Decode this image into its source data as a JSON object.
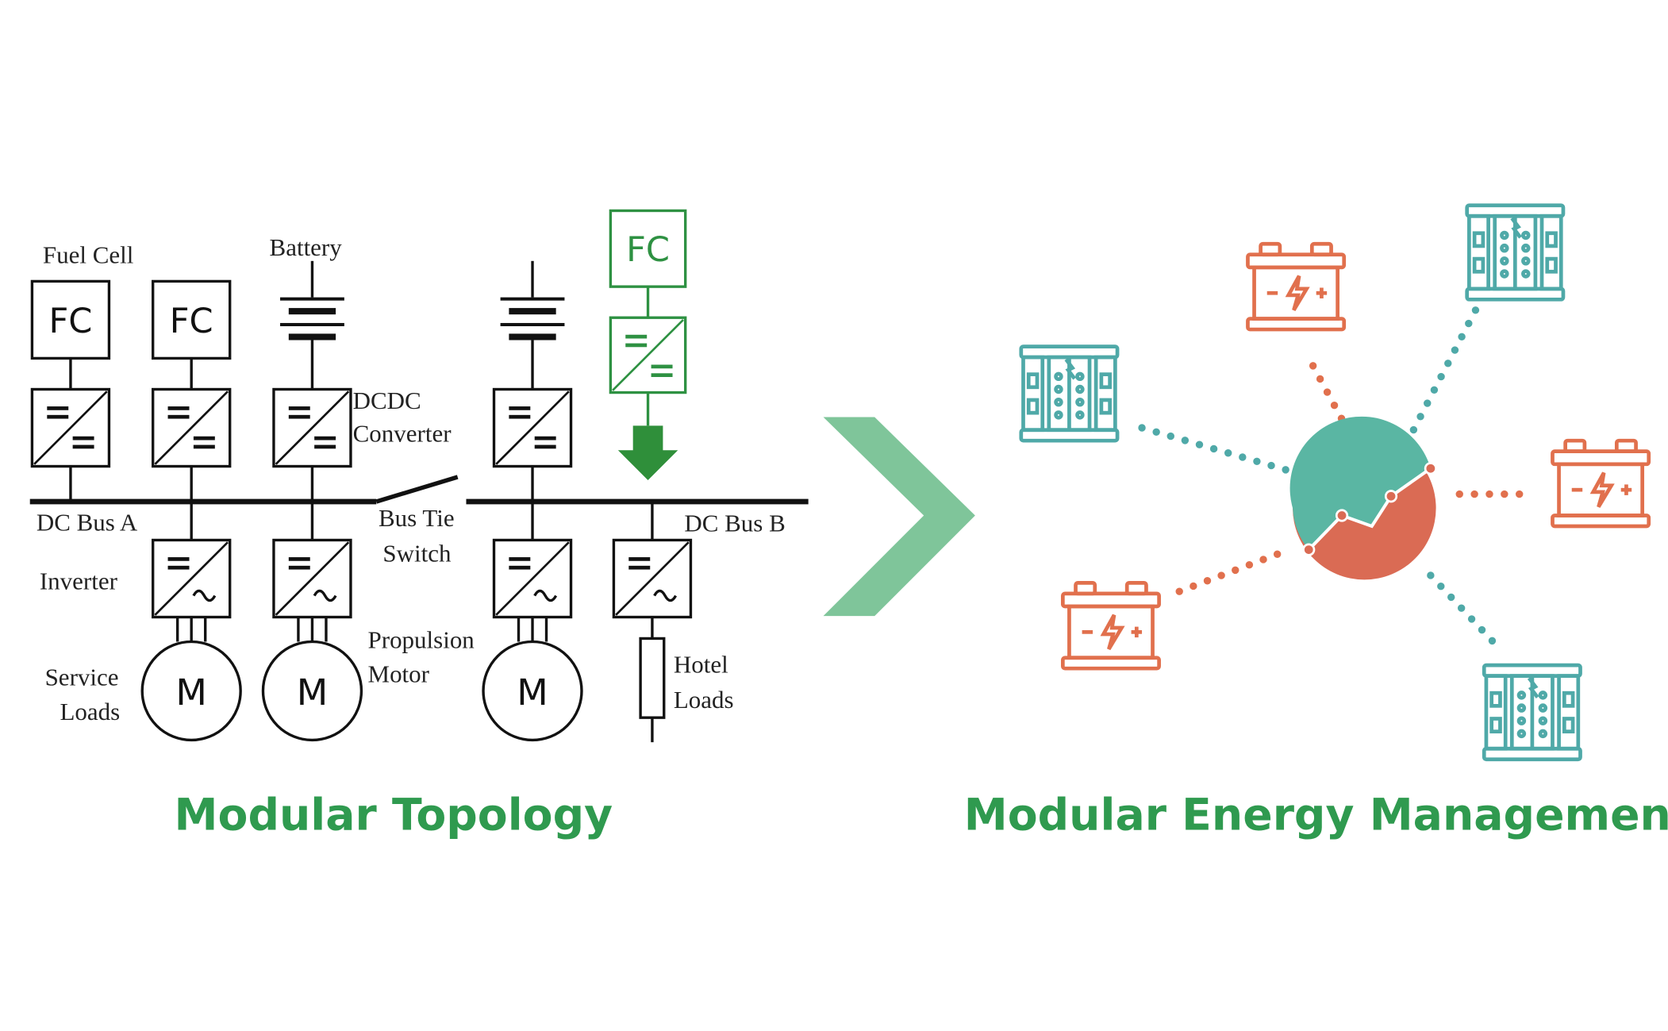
{
  "labels": {
    "fuel_cell": "Fuel Cell",
    "battery": "Battery",
    "dcdc_line1": "DCDC",
    "dcdc_line2": "Converter",
    "dc_bus_a": "DC Bus A",
    "dc_bus_b": "DC Bus B",
    "bus_tie_line1": "Bus Tie",
    "bus_tie_line2": "Switch",
    "inverter": "Inverter",
    "service_line1": "Service",
    "service_line2": "Loads",
    "propulsion_line1": "Propulsion",
    "propulsion_line2": "Motor",
    "hotel_line1": "Hotel",
    "hotel_line2": "Loads"
  },
  "symbols": {
    "fc": "FC",
    "motor": "M",
    "dc": "=",
    "ac": "~",
    "plus": "+",
    "minus": "-"
  },
  "captions": {
    "left": "Modular Topology",
    "right": "Modular Energy Management"
  },
  "colors": {
    "caption_green": "#2f9a4f",
    "chevron_green": "#7fc59a",
    "added_green": "#2e9142",
    "arrow_green": "#2f8f3a",
    "teal": "#4fa9a8",
    "orange": "#e1704d",
    "pie_teal": "#5ab6a3",
    "pie_orange": "#da6b54"
  },
  "icons": [
    "converter-dcdc-icon",
    "converter-dcac-icon",
    "battery-cell-icon",
    "fuel-cell-stack-icon",
    "car-battery-icon",
    "pie-chart-icon",
    "chevron-right-icon",
    "down-arrow-icon"
  ]
}
